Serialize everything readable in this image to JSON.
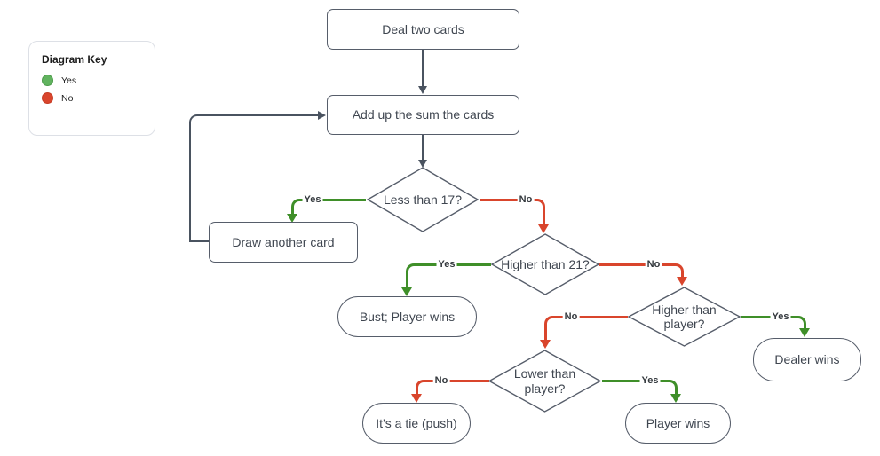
{
  "legend": {
    "title": "Diagram Key",
    "items": [
      {
        "label": "Yes",
        "color": "#61b35f"
      },
      {
        "label": "No",
        "color": "#d9452c"
      }
    ]
  },
  "nodes": {
    "deal": {
      "label": "Deal two cards",
      "shape": "rectangle"
    },
    "sum": {
      "label": "Add up the sum the cards",
      "shape": "rectangle"
    },
    "less_than_17": {
      "label": "Less than 17?",
      "shape": "decision"
    },
    "draw_card": {
      "label": "Draw another card",
      "shape": "rectangle"
    },
    "higher_than_21": {
      "label": "Higher than 21?",
      "shape": "decision"
    },
    "bust": {
      "label": "Bust; Player wins",
      "shape": "terminal"
    },
    "higher_than_player": {
      "label": "Higher than player?",
      "shape": "decision"
    },
    "dealer_wins": {
      "label": "Dealer wins",
      "shape": "terminal"
    },
    "lower_than_player": {
      "label": "Lower than player?",
      "shape": "decision"
    },
    "tie": {
      "label": "It's a tie (push)",
      "shape": "terminal"
    },
    "player_wins": {
      "label": "Player wins",
      "shape": "terminal"
    }
  },
  "edge_labels": {
    "yes": "Yes",
    "no": "No"
  },
  "colors": {
    "yes_edge": "#3f8f29",
    "no_edge": "#d9452c",
    "neutral_edge": "#4a5360",
    "node_border": "#565d6a",
    "node_text": "#3f4650"
  }
}
